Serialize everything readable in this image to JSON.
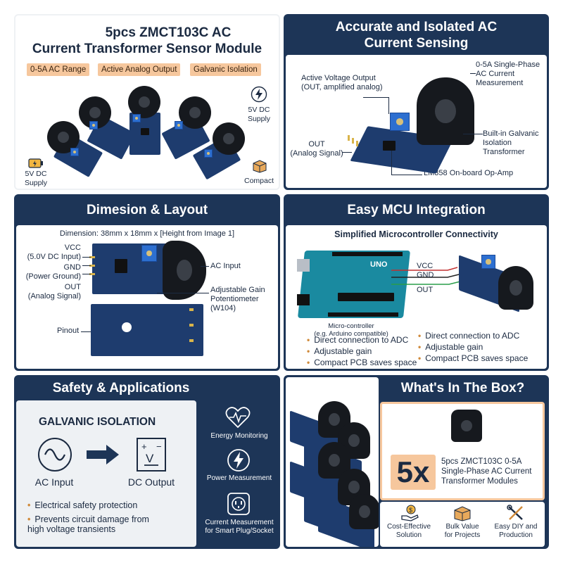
{
  "p1": {
    "title_1": "5pcs ZMCT103C AC",
    "title_2": "Current Transformer Sensor Module",
    "chips": [
      "0-5A AC Range",
      "Active Analog Output",
      "Galvanic Isolation"
    ],
    "supply_right": "5V DC\nSupply",
    "supply_left": "5V DC\nSupply",
    "compact": "Compact"
  },
  "p2": {
    "title_1": "Accurate and Isolated AC",
    "title_2": "Current Sensing",
    "label_active": "Active Voltage Output\n(OUT, amplified analog)",
    "label_range": "0-5A Single-Phase\nAC Current\nMeasurement",
    "label_out": "OUT\n(Analog Signal)",
    "label_isolation": "Built-in Galvanic\nIsolation\nTransformer",
    "label_lm358": "LM358 On-board Op-Amp"
  },
  "p3": {
    "title": "Dimesion & Layout",
    "dimension": "Dimension: 38mm x 18mm x [Height from Image 1]",
    "vcc": "VCC\n(5.0V DC Input)",
    "gnd": "GND\n(Power Ground)",
    "out": "OUT\n(Analog Signal)",
    "ac_input": "AC Input",
    "pot": "Adjustable Gain\nPotentiometer\n(W104)",
    "pinout": "Pinout"
  },
  "p4": {
    "title": "Easy MCU Integration",
    "subtitle": "Simplified Microcontroller Connectivity",
    "vcc": "VCC",
    "gnd": "GND",
    "out": "OUT",
    "mcu_label": "Micro-controller\n(e.g. Arduino compatible)",
    "uno": "UNO",
    "left_bullets": [
      "Direct connection to ADC",
      "Adjustable gain",
      "Compact PCB saves space"
    ],
    "right_bullets": [
      "Direct connection to ADC",
      "Adjustable gain",
      "Compact PCB saves space"
    ]
  },
  "p5": {
    "title": "Safety & Applications",
    "galvanic": "GALVANIC ISOLATION",
    "ac_input": "AC Input",
    "dc_output": "DC Output",
    "bullets": [
      "Electrical safety protection",
      "Prevents circuit damage from\nhigh voltage transients"
    ],
    "apps": [
      "Energy Monitoring",
      "Power Measurement",
      "Current Measurement\nfor Smart Plug/Socket"
    ]
  },
  "p6": {
    "title": "What's In The Box?",
    "qty": "5x",
    "desc": "5pcs ZMCT103C 0-5A\nSingle-Phase AC Current\nTransformer Modules",
    "features": [
      "Cost-Effective\nSolution",
      "Bulk Value\nfor Projects",
      "Easy DIY and\nProduction"
    ]
  },
  "colors": {
    "navy": "#1d3557",
    "orange": "#f6c79d",
    "accent": "#d08a3a",
    "pcb": "#1e3c6e"
  }
}
